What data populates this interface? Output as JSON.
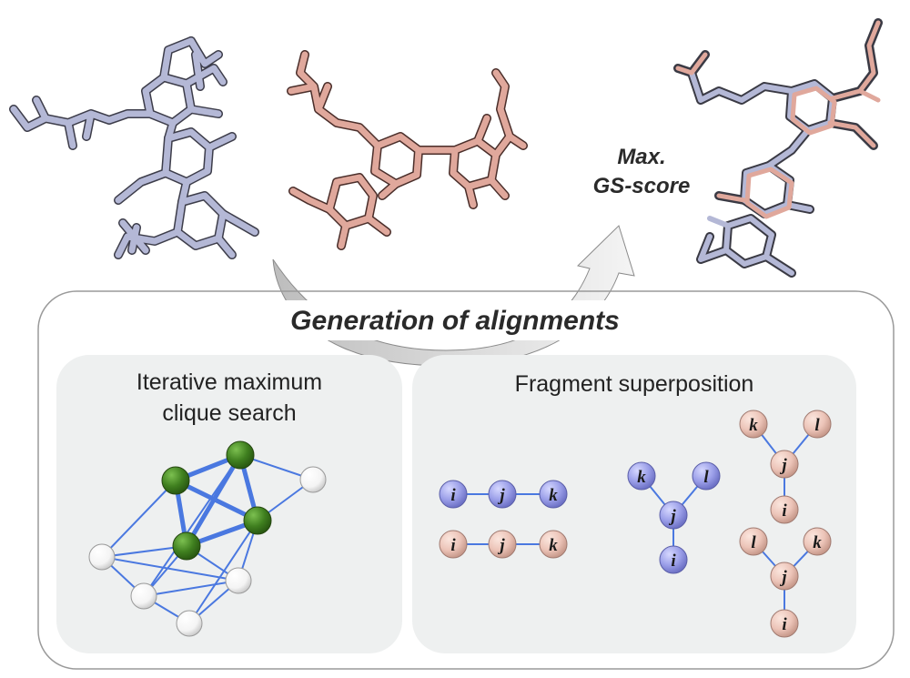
{
  "diagram": {
    "main_title": "Generation of alignments",
    "score_label_line1": "Max.",
    "score_label_line2": "GS-score",
    "left_panel": {
      "title_line1": "Iterative maximum",
      "title_line2": "clique search"
    },
    "right_panel": {
      "title": "Fragment superposition"
    },
    "node_labels": {
      "i": "i",
      "j": "j",
      "k": "k",
      "l": "l"
    },
    "colors": {
      "molecule_a": "#b4b8d6",
      "molecule_b": "#e0a89c",
      "clique_node": "#3f7f1f",
      "graph_edge": "#4a78e0",
      "fragment_blue": "#9a9ee8",
      "fragment_pink": "#ecc4b8",
      "panel_bg": "#eef0f0",
      "frame_border": "#9a9a9a"
    }
  }
}
